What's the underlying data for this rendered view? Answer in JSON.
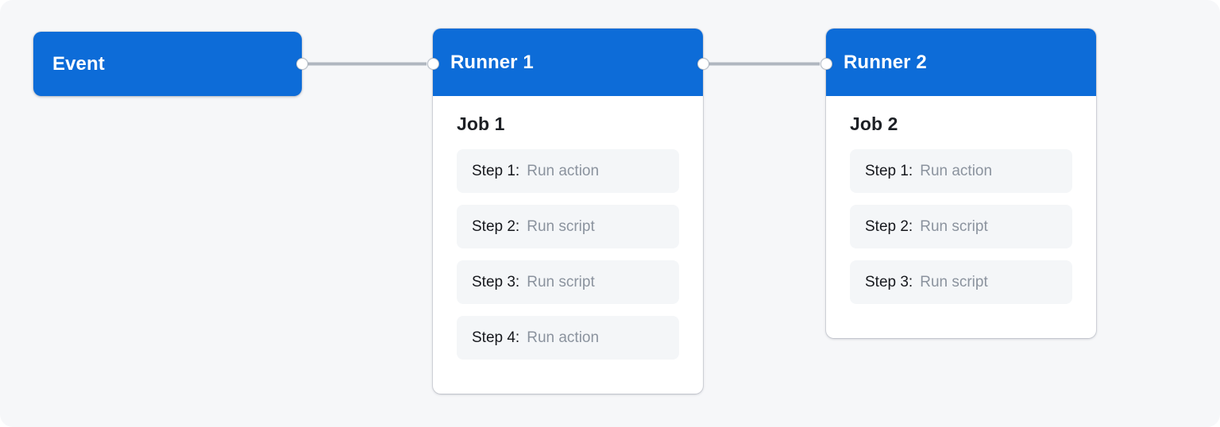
{
  "canvas": {
    "background_color": "#f6f7f9",
    "accent_color": "#0d6cd8",
    "edge_color": "#b0b7c0",
    "step_bg_color": "#f4f6f8",
    "step_value_color": "#8b939e"
  },
  "nodes": {
    "event": {
      "title": "Event",
      "type": "trigger"
    },
    "runner_1": {
      "header": "Runner 1",
      "job_title": "Job 1",
      "steps": [
        {
          "label": "Step 1:",
          "value": "Run action"
        },
        {
          "label": "Step 2:",
          "value": "Run script"
        },
        {
          "label": "Step 3:",
          "value": "Run script"
        },
        {
          "label": "Step 4:",
          "value": "Run action"
        }
      ]
    },
    "runner_2": {
      "header": "Runner 2",
      "job_title": "Job 2",
      "steps": [
        {
          "label": "Step 1:",
          "value": "Run action"
        },
        {
          "label": "Step 2:",
          "value": "Run script"
        },
        {
          "label": "Step 3:",
          "value": "Run script"
        }
      ]
    }
  },
  "edges": [
    {
      "id": "event-to-runner-1",
      "from": "event",
      "to": "runner_1"
    },
    {
      "id": "runner-1-to-runner-2",
      "from": "runner_1",
      "to": "runner_2"
    }
  ]
}
